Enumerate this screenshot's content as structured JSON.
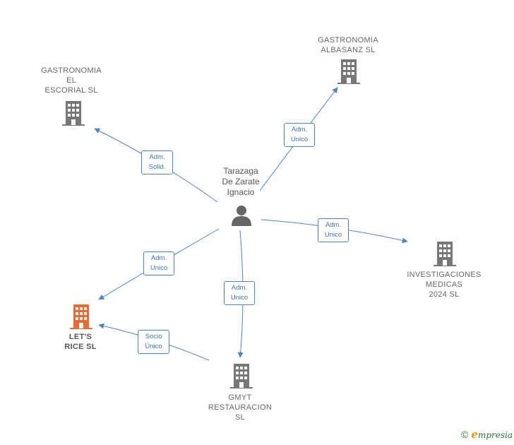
{
  "colors": {
    "edge": "#4a86c8",
    "building": "#777777",
    "highlight": "#ef6a32",
    "person": "#666666"
  },
  "nodes": {
    "person": {
      "label": "Tarazaga\nDe Zarate\nIgnacio",
      "icon": "person-icon"
    },
    "el_escorial": {
      "label": "GASTRONOMIA\nEL\nESCORIAL  SL",
      "icon": "building-icon"
    },
    "albasanz": {
      "label": "GASTRONOMIA\nALBASANZ  SL",
      "icon": "building-icon"
    },
    "investigaciones": {
      "label": "INVESTIGACIONES\nMEDICAS\n2024  SL",
      "icon": "building-icon"
    },
    "lets_rice": {
      "label": "LET'S\nRICE  SL",
      "icon": "building-icon"
    },
    "gmyt": {
      "label": "GMYT\nRESTAURACION\nSL",
      "icon": "building-icon"
    }
  },
  "edges": {
    "el_escorial": "Adm.\nSolid.",
    "albasanz": "Adm.\nUnico",
    "investigaciones": "Adm.\nUnico",
    "lets_rice": "Adm.\nUnico",
    "gmyt": "Adm.\nUnico",
    "gmyt_lets_rice": "Socio\nÚnico"
  },
  "footer": {
    "copyright": "©",
    "brand_initial": "e",
    "brand_rest": "mpresia"
  }
}
